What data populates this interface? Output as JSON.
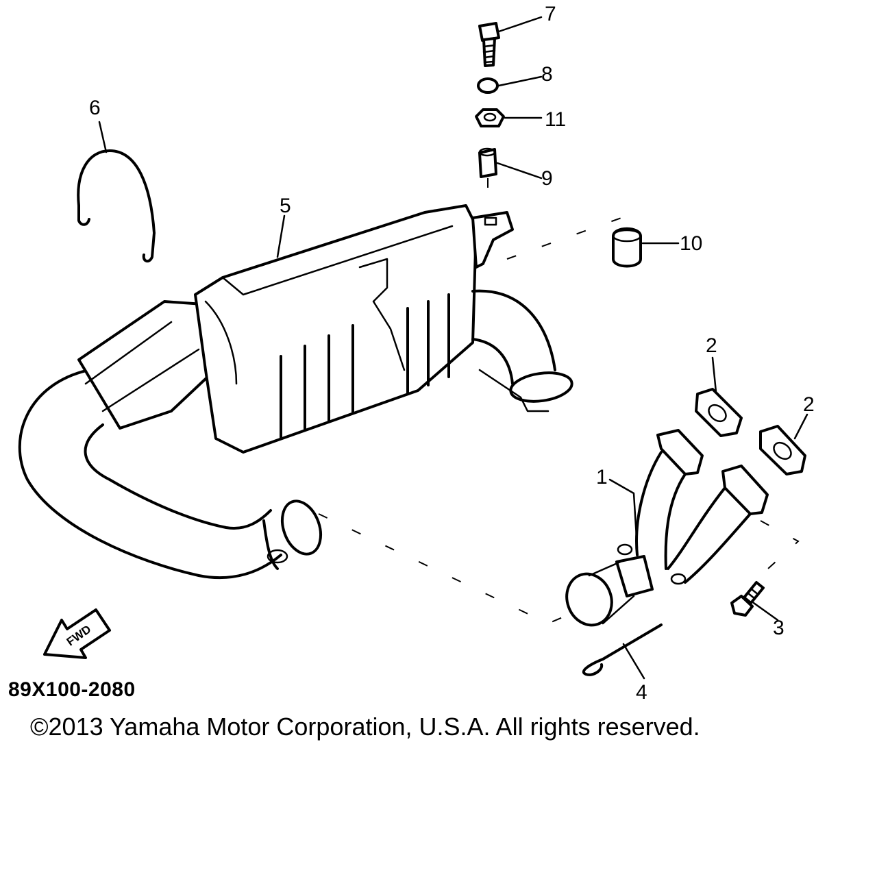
{
  "diagram": {
    "id_code": "89X100-2080",
    "copyright": "©2013 Yamaha Motor Corporation, U.S.A. All rights reserved.",
    "direction_label": "FWD",
    "callouts": {
      "c1": "1",
      "c2a": "2",
      "c2b": "2",
      "c3": "3",
      "c4": "4",
      "c5": "5",
      "c6": "6",
      "c7": "7",
      "c8": "8",
      "c9": "9",
      "c10": "10",
      "c11": "11"
    }
  }
}
